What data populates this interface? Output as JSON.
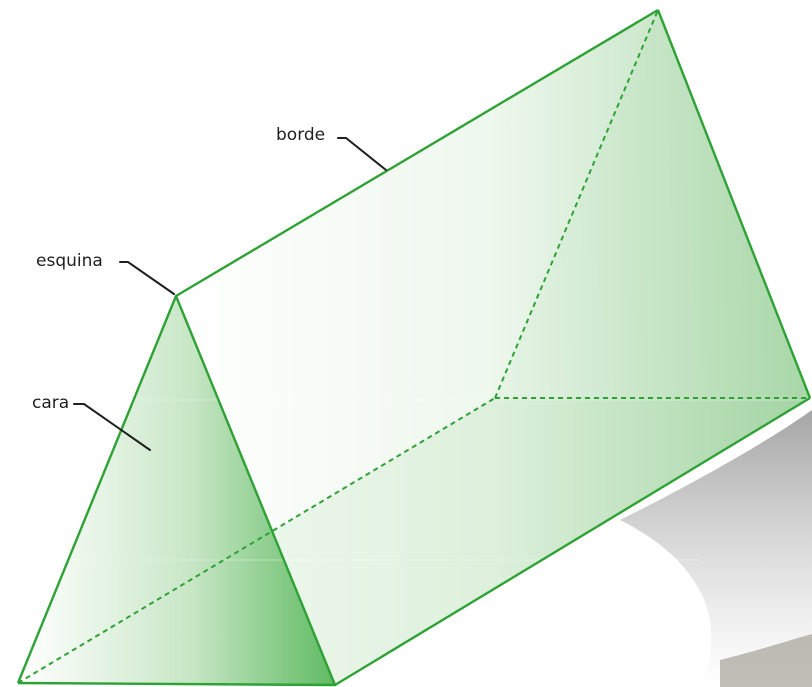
{
  "labels": {
    "edge": "borde",
    "vertex": "esquina",
    "face": "cara"
  },
  "colors": {
    "edge_green": "#2ea235",
    "face_green": "#55b85a",
    "label_text": "#1f1f1f",
    "background": "#ffffff"
  }
}
